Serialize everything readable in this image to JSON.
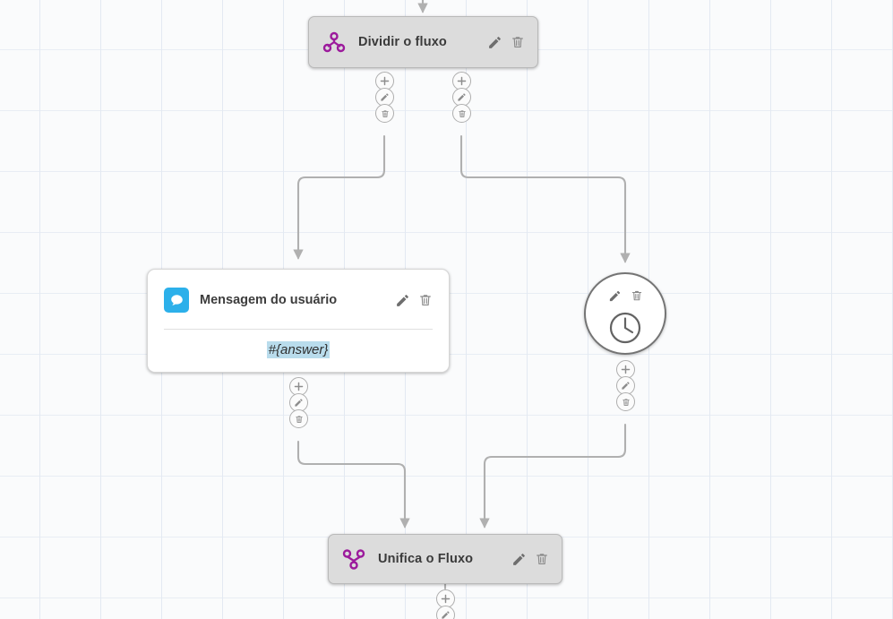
{
  "canvas": {
    "grid": true,
    "background_color": "#fafbfc",
    "grid_line_color": "#e3e9f2"
  },
  "palette": {
    "node_gray_bg": "#dcdcdc",
    "node_gray_border": "#b9b9b9",
    "node_white_bg": "#ffffff",
    "purple_icon": "#9c1a9c",
    "blue_icon_bg": "#2cb0ea",
    "token_highlight": "#b9dcec",
    "edge_color": "#b0b0b0",
    "button_border": "#aeaeae",
    "title_color": "#3a3a3a"
  },
  "nodes": [
    {
      "id": "split",
      "type": "split-flow",
      "title": "Dividir o fluxo",
      "icon": "split-flow-icon",
      "shape": "rounded-rect",
      "style": "gray",
      "actions": [
        "edit-icon",
        "delete-icon"
      ]
    },
    {
      "id": "message",
      "type": "user-message",
      "title": "Mensagem do usuário",
      "icon": "chat-bubble-icon",
      "shape": "rounded-rect",
      "style": "white",
      "body_text": "#{answer}",
      "body_highlighted": true,
      "actions": [
        "edit-icon",
        "delete-icon"
      ]
    },
    {
      "id": "timer",
      "type": "timer",
      "title": "",
      "icon": "clock-icon",
      "shape": "circle",
      "style": "white",
      "actions": [
        "edit-icon",
        "delete-icon"
      ]
    },
    {
      "id": "merge",
      "type": "merge-flow",
      "title": "Unifica o Fluxo",
      "icon": "merge-flow-icon",
      "shape": "rounded-rect",
      "style": "gray",
      "actions": [
        "edit-icon",
        "delete-icon"
      ]
    }
  ],
  "connector_buttons": {
    "add_label": "add-icon",
    "edit_label": "edit-icon",
    "delete_label": "delete-icon"
  },
  "edges": [
    {
      "from": "incoming",
      "to": "split",
      "label": ""
    },
    {
      "from": "split-left",
      "to": "message",
      "label": ""
    },
    {
      "from": "split-right",
      "to": "timer",
      "label": ""
    },
    {
      "from": "message",
      "to": "merge",
      "label": ""
    },
    {
      "from": "timer",
      "to": "merge",
      "label": ""
    },
    {
      "from": "merge",
      "to": "outgoing",
      "label": ""
    }
  ]
}
